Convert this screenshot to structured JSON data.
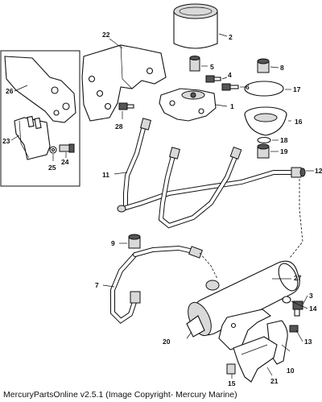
{
  "footer_text": "MercuryPartsOnline v2.5.1 (Image Copyright- Mercury Marine)",
  "callouts": [
    {
      "id": "c2",
      "text": "2"
    },
    {
      "id": "c22",
      "text": "22"
    },
    {
      "id": "c5",
      "text": "5"
    },
    {
      "id": "c8",
      "text": "8"
    },
    {
      "id": "c26",
      "text": "26"
    },
    {
      "id": "c4",
      "text": "4"
    },
    {
      "id": "c17",
      "text": "17"
    },
    {
      "id": "c6",
      "text": "6"
    },
    {
      "id": "c1",
      "text": "1"
    },
    {
      "id": "c28",
      "text": "28"
    },
    {
      "id": "c16",
      "text": "16"
    },
    {
      "id": "c23",
      "text": "23"
    },
    {
      "id": "c18",
      "text": "18"
    },
    {
      "id": "c19",
      "text": "19"
    },
    {
      "id": "c25",
      "text": "25"
    },
    {
      "id": "c24",
      "text": "24"
    },
    {
      "id": "c11",
      "text": "11"
    },
    {
      "id": "c12",
      "text": "12"
    },
    {
      "id": "c9",
      "text": "9"
    },
    {
      "id": "c7",
      "text": "7"
    },
    {
      "id": "c27",
      "text": "27"
    },
    {
      "id": "c3",
      "text": "3"
    },
    {
      "id": "c20",
      "text": "20"
    },
    {
      "id": "c14",
      "text": "14"
    },
    {
      "id": "c13",
      "text": "13"
    },
    {
      "id": "c10",
      "text": "10"
    },
    {
      "id": "c15",
      "text": "15"
    },
    {
      "id": "c21",
      "text": "21"
    }
  ]
}
